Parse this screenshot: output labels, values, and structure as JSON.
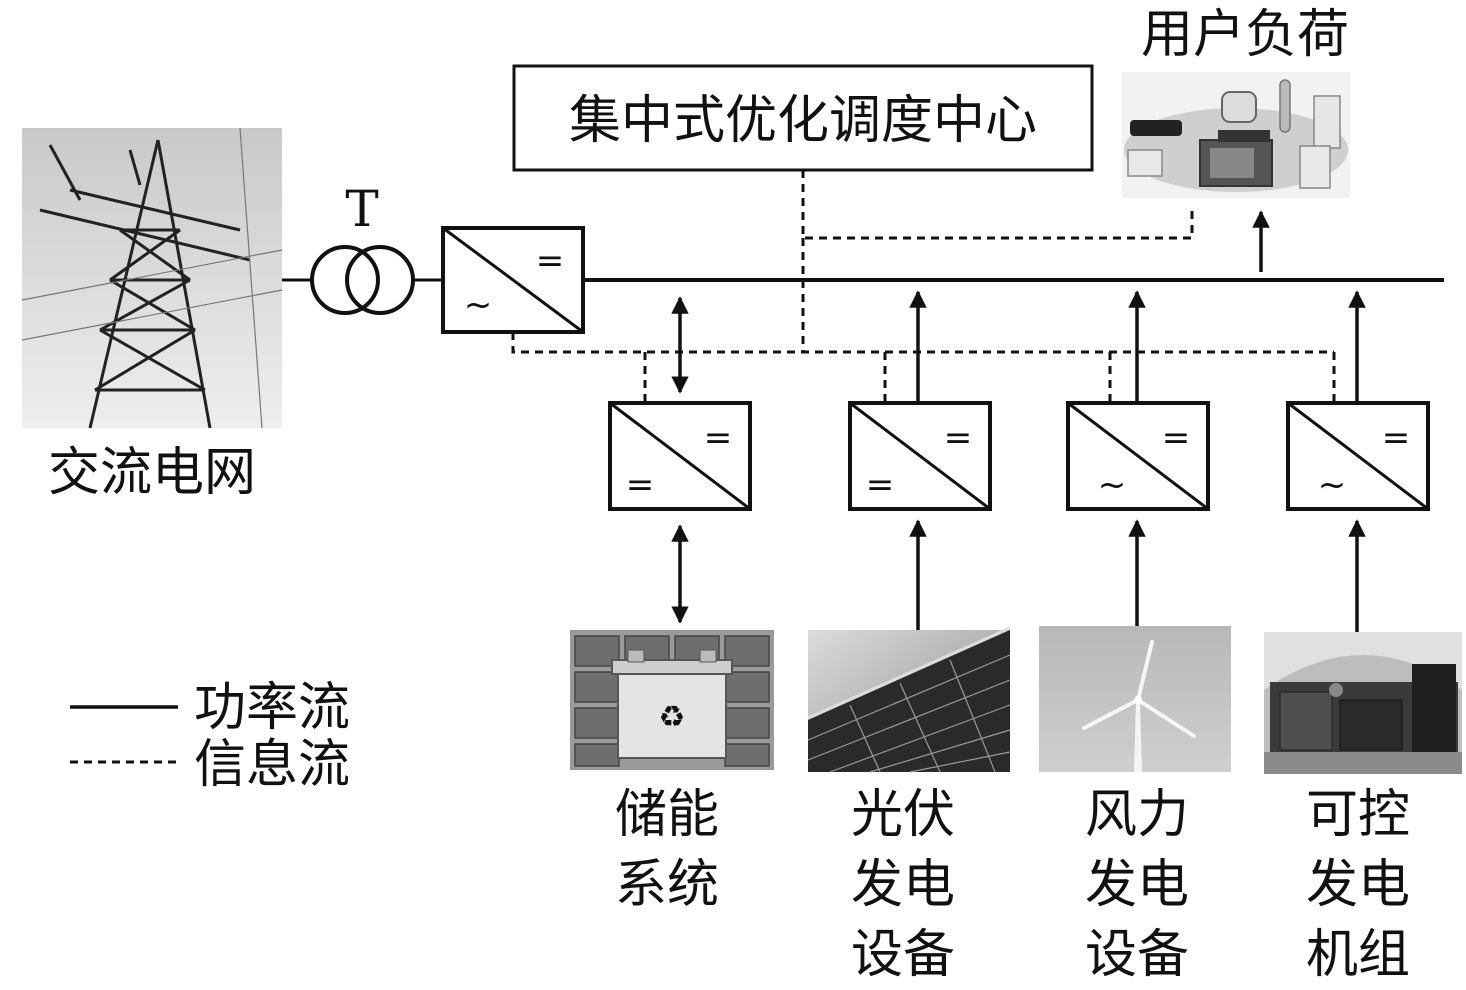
{
  "grid": {
    "label": "交流电网"
  },
  "transformer": {
    "label": "T"
  },
  "dispatch_center": {
    "label": "集中式优化调度中心"
  },
  "load": {
    "label": "用户负荷"
  },
  "converter_symbols": {
    "dc": "=",
    "ac": "~"
  },
  "sources": [
    {
      "lines": [
        "储能",
        "系统"
      ],
      "converter": "dc/dc",
      "power_flow": "bidirectional"
    },
    {
      "lines": [
        "光伏",
        "发电",
        "设备"
      ],
      "converter": "dc/dc",
      "power_flow": "to-bus"
    },
    {
      "lines": [
        "风力",
        "发电",
        "设备"
      ],
      "converter": "ac/dc",
      "power_flow": "to-bus"
    },
    {
      "lines": [
        "可控",
        "发电",
        "机组"
      ],
      "converter": "ac/dc",
      "power_flow": "to-bus"
    }
  ],
  "legend": {
    "power_flow": "功率流",
    "info_flow": "信息流"
  }
}
